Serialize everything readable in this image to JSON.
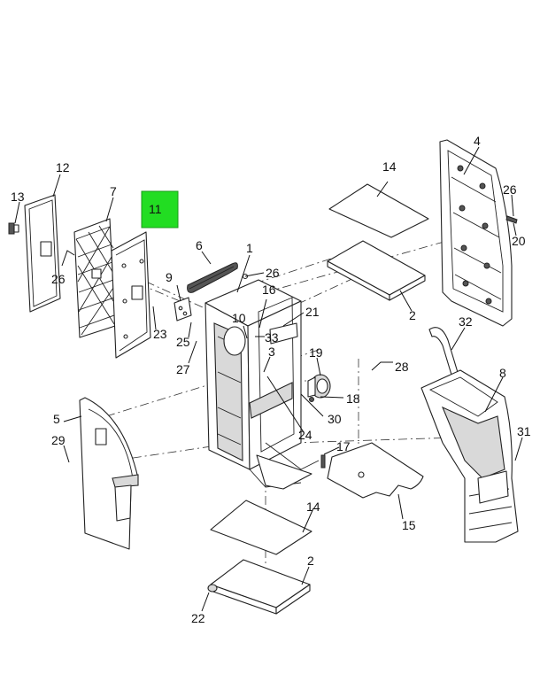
{
  "diagram": {
    "highlight_color": "#22dd22",
    "highlighted_callout": "11",
    "callouts": [
      "1",
      "2",
      "2",
      "3",
      "4",
      "5",
      "6",
      "7",
      "8",
      "9",
      "10",
      "12",
      "13",
      "14",
      "14",
      "15",
      "16",
      "17",
      "18",
      "19",
      "20",
      "21",
      "22",
      "23",
      "24",
      "25",
      "26",
      "26",
      "26",
      "27",
      "28",
      "29",
      "30",
      "31",
      "32",
      "33"
    ]
  }
}
